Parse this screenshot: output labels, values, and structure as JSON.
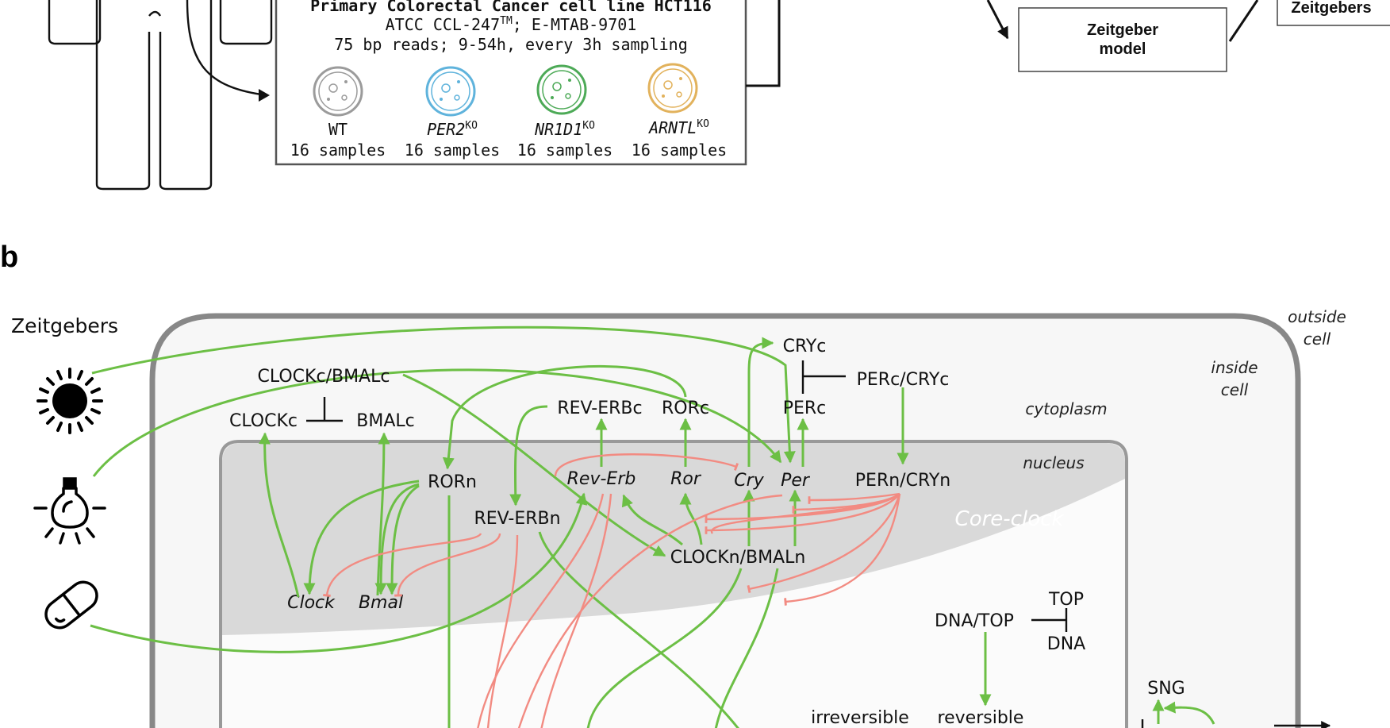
{
  "panel_a": {
    "cell_line_title": "Primary Colorectal Cancer cell line HCT116",
    "cell_line_ids": "ATCC CCL-247",
    "cell_line_tm": "TM",
    "cell_line_ids_rest": "; E-MTAB-9701",
    "sampling": "75 bp reads; 9-54h, every 3h sampling",
    "samples": [
      {
        "name": "WT",
        "sup": "",
        "count": "16 samples",
        "color": "#9b9b9b"
      },
      {
        "name": "PER2",
        "sup": "KO",
        "count": "16 samples",
        "color": "#5fb3dc"
      },
      {
        "name": "NR1D1",
        "sup": "KO",
        "count": "16 samples",
        "color": "#4daa57"
      },
      {
        "name": "ARNTL",
        "sup": "KO",
        "count": "16 samples",
        "color": "#e2b25c"
      }
    ],
    "zeitgeber_model_line1": "Zeitgeber",
    "zeitgeber_model_line2": "model",
    "zeitgebers_box": "Zeitgebers"
  },
  "panel_b": {
    "panel_label": "b",
    "panel_a_label": "",
    "zeitgebers_title": "Zeitgebers",
    "region_outside_1": "outside",
    "region_outside_2": "cell",
    "region_inside_1": "inside",
    "region_inside_2": "cell",
    "region_cytoplasm": "cytoplasm",
    "region_nucleus": "nucleus",
    "region_core_clock": "Core-clock",
    "nodes": {
      "clockc_bmalc": "CLOCKc/BMALc",
      "clockc": "CLOCKc",
      "bmalc": "BMALc",
      "revc": "REV-ERBc",
      "rorc": "RORc",
      "cryc": "CRYc",
      "perc_cryc": "PERc/CRYc",
      "perc": "PERc",
      "rorn": "RORn",
      "revn": "REV-ERBn",
      "rev_erb": "Rev-Erb",
      "ror": "Ror",
      "cry": "Cry",
      "per": "Per",
      "pern_cryn": "PERn/CRYn",
      "clockn_bmaln": "CLOCKn/BMALn",
      "clock": "Clock",
      "bmal": "Bmal",
      "top": "TOP",
      "dna_top": "DNA/TOP",
      "dna": "DNA",
      "sng": "SNG",
      "irreversible": "irreversible",
      "reversible": "reversible"
    },
    "colors": {
      "activation": "#6cbf45",
      "inhibition": "#f28b82",
      "cell_border": "#888888",
      "nucleus_fill": "#d9d9d9",
      "cytoplasm_fill": "#f7f7f7"
    },
    "icons": [
      "sun-icon",
      "lamp-icon",
      "pill-icon"
    ]
  }
}
